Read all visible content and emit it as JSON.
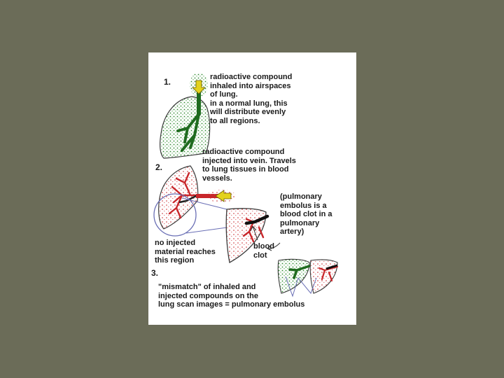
{
  "steps": {
    "one": {
      "number": "1.",
      "text": "radioactive compound\ninhaled into airspaces\nof lung.\nin a normal lung, this\nwill distribute evenly\nto all regions."
    },
    "two": {
      "number": "2.",
      "text": "radioactive compound\ninjected into vein. Travels\nto lung tissues in blood\nvessels."
    },
    "three": {
      "number": "3.",
      "text": "\"mismatch\" of inhaled and\ninjected compounds on the\nlung scan images = pulmonary embolus"
    }
  },
  "annotations": {
    "embolus_definition": "(pulmonary\nembolus is a\nblood clot in a\npulmonary\nartery)",
    "no_injected_region": "no injected\nmaterial reaches\nthis region",
    "blood_clot": "blood\nclot"
  },
  "colors": {
    "background": "#6b6c58",
    "card": "#ffffff",
    "inhaled_green": "#2f8a2f",
    "injected_red": "#c8262a",
    "arrow_yellow": "#e3d21c",
    "outline": "#3a3a3a"
  }
}
